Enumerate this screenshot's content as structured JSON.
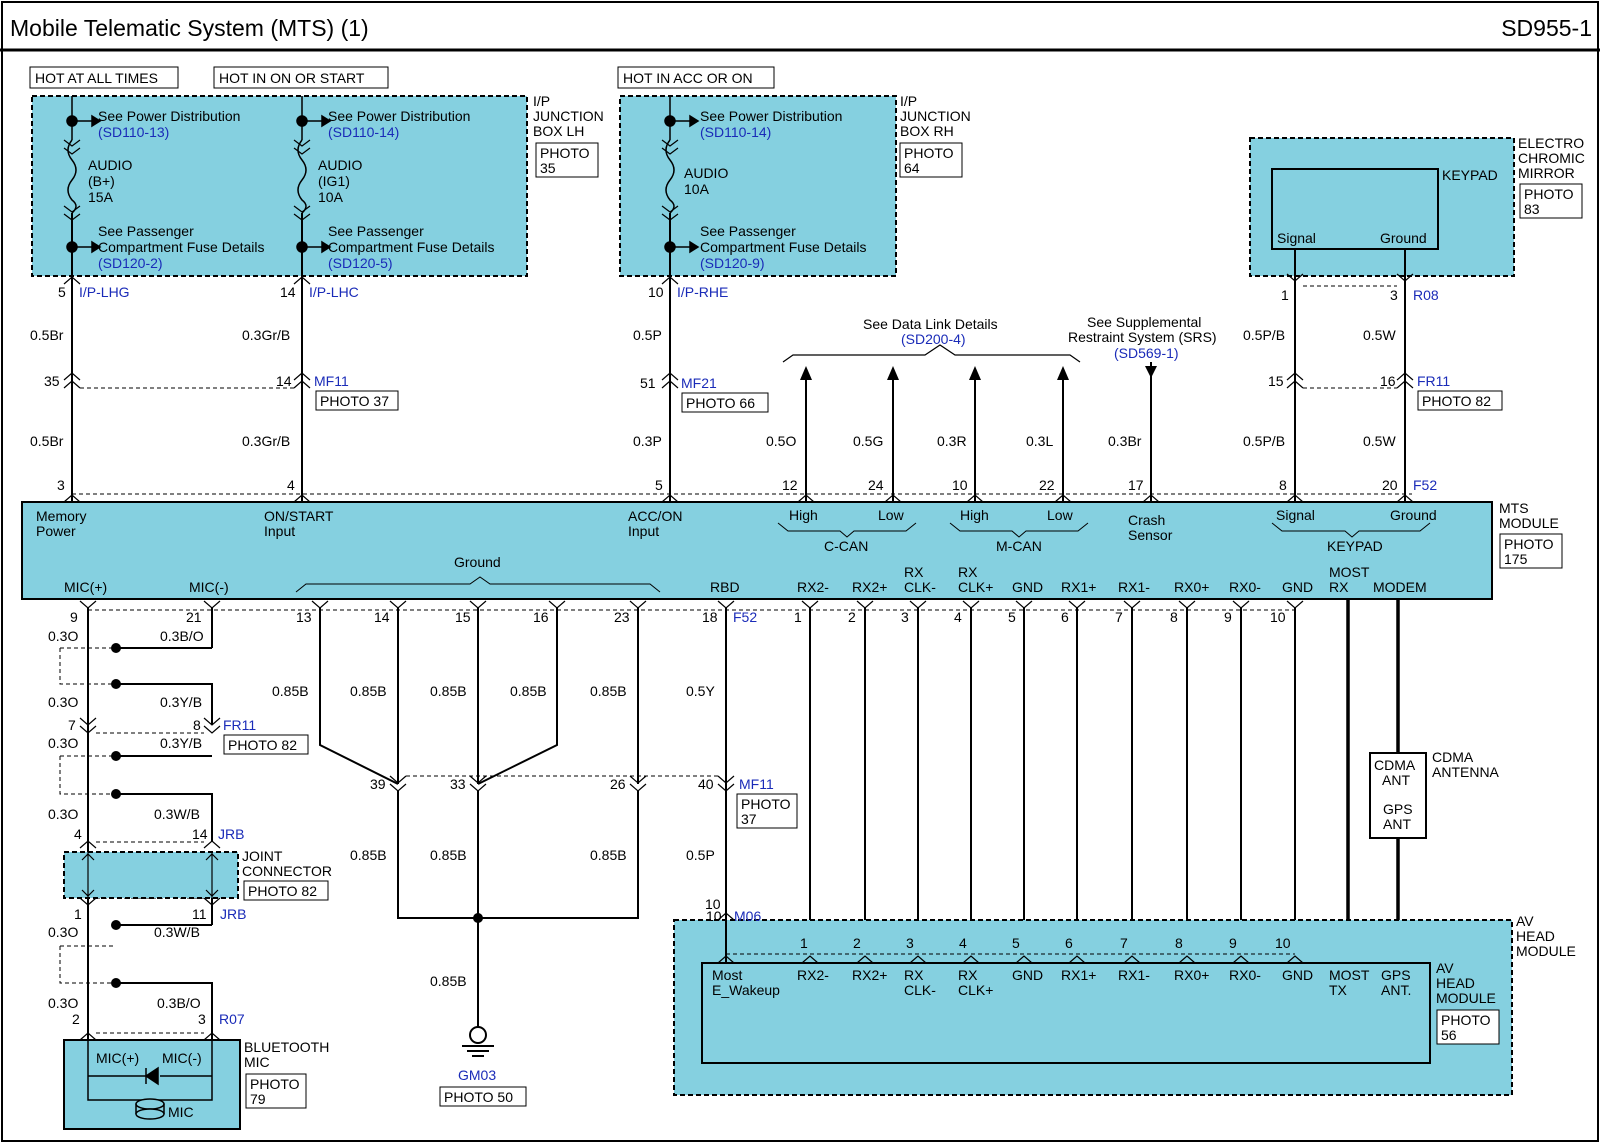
{
  "header": {
    "title": "Mobile Telematic System (MTS) (1)",
    "code": "SD955-1"
  },
  "colors": {
    "fill": "#85d0e0",
    "link": "#1a2bb8",
    "line": "#000000"
  },
  "supply": {
    "hot_always": "HOT AT ALL TIMES",
    "hot_on_start": "HOT IN ON OR START",
    "hot_acc_on": "HOT IN ACC OR ON"
  },
  "fuse_lh1": {
    "pd": "See Power Distribution",
    "pd_ref": "(SD110-13)",
    "name": "AUDIO",
    "sub": "(B+)",
    "amp": "15A",
    "pc1": "See Passenger",
    "pc2": "Compartment Fuse Details",
    "pc_ref": "(SD120-2)"
  },
  "fuse_lh2": {
    "pd": "See Power Distribution",
    "pd_ref": "(SD110-14)",
    "name": "AUDIO",
    "sub": "(IG1)",
    "amp": "10A",
    "pc1": "See Passenger",
    "pc2": "Compartment Fuse Details",
    "pc_ref": "(SD120-5)"
  },
  "fuse_rh": {
    "pd": "See Power Distribution",
    "pd_ref": "(SD110-14)",
    "name": "AUDIO",
    "amp": "10A",
    "pc1": "See Passenger",
    "pc2": "Compartment Fuse Details",
    "pc_ref": "(SD120-9)"
  },
  "jb_lh": {
    "l1": "I/P",
    "l2": "JUNCTION",
    "l3": "BOX LH",
    "photo1": "PHOTO",
    "photo2": "35"
  },
  "jb_rh": {
    "l1": "I/P",
    "l2": "JUNCTION",
    "l3": "BOX RH",
    "photo1": "PHOTO",
    "photo2": "64"
  },
  "mirror": {
    "l1": "ELECTRO",
    "l2": "CHROMIC",
    "l3": "MIRROR",
    "keypad": "KEYPAD",
    "signal": "Signal",
    "ground": "Ground",
    "photo1": "PHOTO",
    "photo2": "83"
  },
  "upper_conn": {
    "p5": "5",
    "lhg": "I/P-LHG",
    "p14": "14",
    "lhc": "I/P-LHC",
    "p10": "10",
    "rhe": "I/P-RHE",
    "r08_1": "1",
    "r08_3": "3",
    "r08": "R08"
  },
  "upper_wires": {
    "w1": "0.5Br",
    "w2": "0.3Gr/B",
    "w3": "0.5P",
    "w4": "0.5P/B",
    "w5": "0.5W",
    "w1b": "0.5Br",
    "w2b": "0.3Gr/B",
    "w3b": "0.3P",
    "w4b": "0.5P/B",
    "w5b": "0.5W"
  },
  "mf11_top": {
    "p35": "35",
    "p14": "14",
    "name": "MF11",
    "photo": "PHOTO 37"
  },
  "mf21": {
    "p51": "51",
    "name": "MF21",
    "photo": "PHOTO 66"
  },
  "fr11_top": {
    "p15": "15",
    "p16": "16",
    "name": "FR11",
    "photo": "PHOTO 82"
  },
  "datalink": {
    "text": "See Data Link Details",
    "ref": "(SD200-4)"
  },
  "srs": {
    "l1": "See Supplemental",
    "l2": "Restraint System (SRS)",
    "ref": "(SD569-1)"
  },
  "can_wires": {
    "w1": "0.5O",
    "w2": "0.5G",
    "w3": "0.3R",
    "w4": "0.3L",
    "w5": "0.3Br"
  },
  "f52_top": {
    "p3": "3",
    "p4": "4",
    "p5": "5",
    "p12": "12",
    "p24": "24",
    "p10": "10",
    "p22": "22",
    "p17": "17",
    "p8": "8",
    "p20": "20",
    "name": "F52"
  },
  "mts": {
    "memory1": "Memory",
    "memory2": "Power",
    "on1": "ON/START",
    "on2": "Input",
    "acc1": "ACC/ON",
    "acc2": "Input",
    "high1": "High",
    "low1": "Low",
    "ccan": "C-CAN",
    "high2": "High",
    "low2": "Low",
    "mcan": "M-CAN",
    "crash1": "Crash",
    "crash2": "Sensor",
    "signal": "Signal",
    "ground": "Ground",
    "keypad": "KEYPAD",
    "ground_group": "Ground",
    "mic_p": "MIC(+)",
    "mic_m": "MIC(-)",
    "rbd": "RBD",
    "rx2m": "RX2-",
    "rx2p": "RX2+",
    "rxclkm1": "RX",
    "rxclkm2": "CLK-",
    "rxclkp1": "RX",
    "rxclkp2": "CLK+",
    "gnd1": "GND",
    "rx1p": "RX1+",
    "rx1m": "RX1-",
    "rx0p": "RX0+",
    "rx0m": "RX0-",
    "gnd2": "GND",
    "most1": "MOST",
    "most2": "RX",
    "modem": "MODEM",
    "label1": "MTS",
    "label2": "MODULE",
    "photo1": "PHOTO",
    "photo2": "175"
  },
  "f52_bottom": {
    "p9": "9",
    "p21": "21",
    "p13": "13",
    "p14": "14",
    "p15": "15",
    "p16": "16",
    "p23": "23",
    "p18": "18",
    "name": "F52",
    "p1": "1",
    "p2": "2",
    "p3": "3",
    "p4": "4",
    "p5": "5",
    "p6": "6",
    "p7": "7",
    "p8": "8",
    "p9b": "9",
    "p10": "10"
  },
  "mic_wires": {
    "a": "0.3O",
    "b": "0.3B/O",
    "c": "0.3O",
    "d": "0.3Y/B",
    "e": "0.3O",
    "f": "0.3Y/B",
    "g": "0.3O",
    "h": "0.3W/B",
    "i": "0.3O",
    "j": "0.3W/B",
    "k": "0.3O",
    "l": "0.3B/O"
  },
  "fr11_bottom": {
    "p7": "7",
    "p8": "8",
    "name": "FR11",
    "photo": "PHOTO 82"
  },
  "jrb": {
    "p4": "4",
    "p14": "14",
    "name": "JRB",
    "p1": "1",
    "p11": "11",
    "name2": "JRB",
    "l1": "JOINT",
    "l2": "CONNECTOR",
    "photo": "PHOTO 82"
  },
  "r07": {
    "p2": "2",
    "p3": "3",
    "name": "R07"
  },
  "bt": {
    "mic_p": "MIC(+)",
    "mic_m": "MIC(-)",
    "mic": "MIC",
    "l1": "BLUETOOTH",
    "l2": "MIC",
    "photo1": "PHOTO",
    "photo2": "79"
  },
  "ground_wires": {
    "g1": "0.85B",
    "g2": "0.85B",
    "g3": "0.85B",
    "g4": "0.85B",
    "g5": "0.85B",
    "g6": "0.5Y",
    "g7": "0.85B",
    "g8": "0.85B",
    "g9": "0.85B",
    "g10": "0.5P",
    "g11": "0.85B"
  },
  "mf11_bottom": {
    "p39": "39",
    "p33": "33",
    "p26": "26",
    "p40": "40",
    "name": "MF11",
    "photo1": "PHOTO",
    "photo2": "37"
  },
  "gm03": {
    "name": "GM03",
    "photo": "PHOTO 50"
  },
  "cdma": {
    "cdma1": "CDMA",
    "cdma2": "ANT",
    "gps1": "GPS",
    "gps2": "ANT",
    "l1": "CDMA",
    "l2": "ANTENNA"
  },
  "av": {
    "p10top": "10",
    "p10": "10",
    "m06": "M06",
    "most1": "Most",
    "most2": "E_Wakeup",
    "rx2m": "RX2-",
    "rx2p": "RX2+",
    "clkm1": "RX",
    "clkm2": "CLK-",
    "clkp1": "RX",
    "clkp2": "CLK+",
    "gnd1": "GND",
    "rx1p": "RX1+",
    "rx1m": "RX1-",
    "rx0p": "RX0+",
    "rx0m": "RX0-",
    "gnd2": "GND",
    "mtx1": "MOST",
    "mtx2": "TX",
    "gps1": "GPS",
    "gps2": "ANT.",
    "outer1": "AV",
    "outer2": "HEAD",
    "outer3": "MODULE",
    "inner1": "AV",
    "inner2": "HEAD",
    "inner3": "MODULE",
    "photo1": "PHOTO",
    "photo2": "56"
  }
}
